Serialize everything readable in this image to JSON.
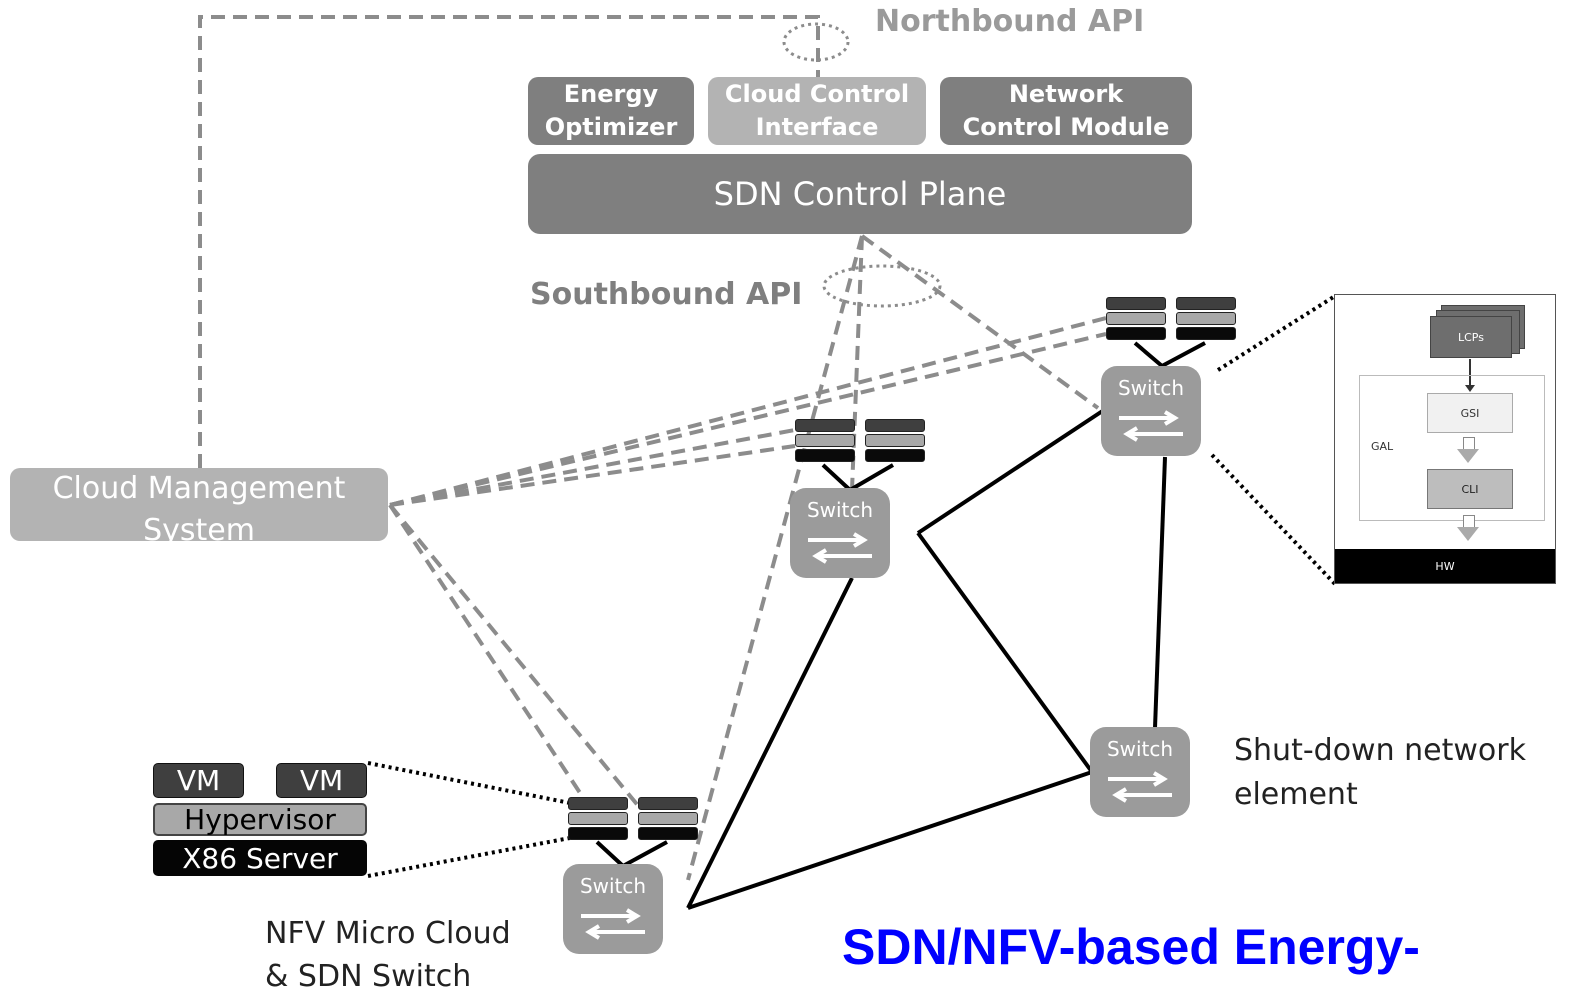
{
  "apis": {
    "northbound": "Northbound API",
    "southbound": "Southbound API"
  },
  "modules": {
    "energy": [
      "Energy",
      "Optimizer"
    ],
    "cloud_ctrl": [
      "Cloud Control",
      "Interface"
    ],
    "network_ctrl": [
      "Network",
      "Control Module"
    ]
  },
  "control_plane": "SDN Control Plane",
  "cms": [
    "Cloud Management",
    "System"
  ],
  "switch_label": "Switch",
  "server_stack": {
    "vm1": "VM",
    "vm2": "VM",
    "hypervisor": "Hypervisor",
    "server": "X86 Server"
  },
  "annotations": {
    "nfv": [
      "NFV Micro Cloud",
      "& SDN Switch"
    ],
    "shutdown": [
      "Shut-down network",
      "element"
    ]
  },
  "detail": {
    "lcps": "LCPs",
    "gal": "GAL",
    "gsi": "GSI",
    "cli": "CLI",
    "hw": "HW"
  },
  "title": "SDN/NFV-based Energy-",
  "colors": {
    "dark_module": "#7f7f7f",
    "light_module": "#b3b3b3",
    "switch": "#9b9b9b",
    "title": "#0000ff"
  }
}
